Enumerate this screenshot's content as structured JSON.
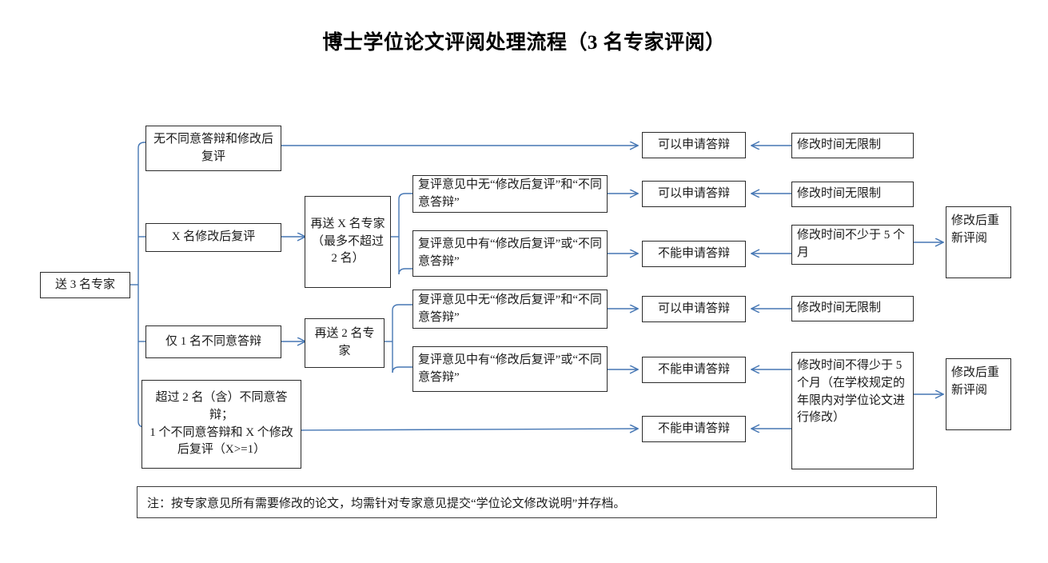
{
  "title": "博士学位论文评阅处理流程（3 名专家评阅）",
  "nodes": {
    "start": "送 3 名专家",
    "branch_none": "无不同意答辩和修改后复评",
    "branch_revise": "X 名修改后复评",
    "branch_one_oppose": "仅 1 名不同意答辩",
    "branch_many_oppose": "超过 2 名（含）不同意答辩；\n1 个不同意答辩和 X 个修改后复评（X>=1）",
    "resend_x": "再送 X 名专家（最多不超过 2 名）",
    "resend_2": "再送 2 名专家",
    "review_a1": "复评意见中无“修改后复评”和“不同意答辩”",
    "review_a2": "复评意见中有“修改后复评”或“不同意答辩”",
    "review_b1": "复评意见中无“修改后复评”和“不同意答辩”",
    "review_b2": "复评意见中有“修改后复评”或“不同意答辩”",
    "result_1": "可以申请答辩",
    "result_2": "可以申请答辩",
    "result_3": "不能申请答辩",
    "result_4": "可以申请答辩",
    "result_5": "不能申请答辩",
    "result_6": "不能申请答辩",
    "time_1": "修改时间无限制",
    "time_2": "修改时间无限制",
    "time_3": "修改时间不少于 5 个月",
    "time_4": "修改时间无限制",
    "time_5": "修改时间不得少于 5 个月（在学校规定的年限内对学位论文进行修改）",
    "rereview_1": "修改后重新评阅",
    "rereview_2": "修改后重新评阅"
  },
  "note": "注：按专家意见所有需要修改的论文，均需针对专家意见提交“学位论文修改说明”并存档。",
  "colors": {
    "connector": "#4677b4",
    "box_border": "#2b2b2b",
    "text": "#1a1a1a",
    "background": "#ffffff"
  }
}
